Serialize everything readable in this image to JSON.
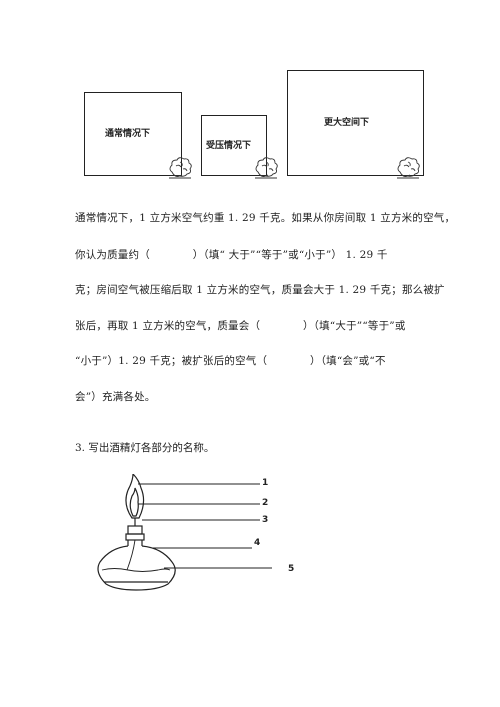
{
  "figure_boxes": [
    {
      "label": "通常情况下"
    },
    {
      "label": "受压情况下"
    },
    {
      "label": "更大空间下"
    }
  ],
  "paragraph_lines": [
    "通常情况下，1 立方米空气约重 1. 29 千克。如果从你房间取 1 立方米的空气，",
    "你认为质量约（　　　　）（填“ 大于”“等于”或“小于”） 1. 29 千",
    "克；房间空气被压缩后取 1 立方米的空气，质量会大于 1. 29  千克；那么被扩",
    "张后，再取 1 立方米的空气，质量会（　　　　）（填“大于”“等于”或",
    "“小于”）1. 29 千克；被扩张后的空气（　　　　）（填“会”或“不",
    "会”）充满各处。"
  ],
  "question_title": "3. 写出酒精灯各部分的名称。",
  "lamp_labels": [
    "1",
    "2",
    "3",
    "4",
    "5"
  ]
}
